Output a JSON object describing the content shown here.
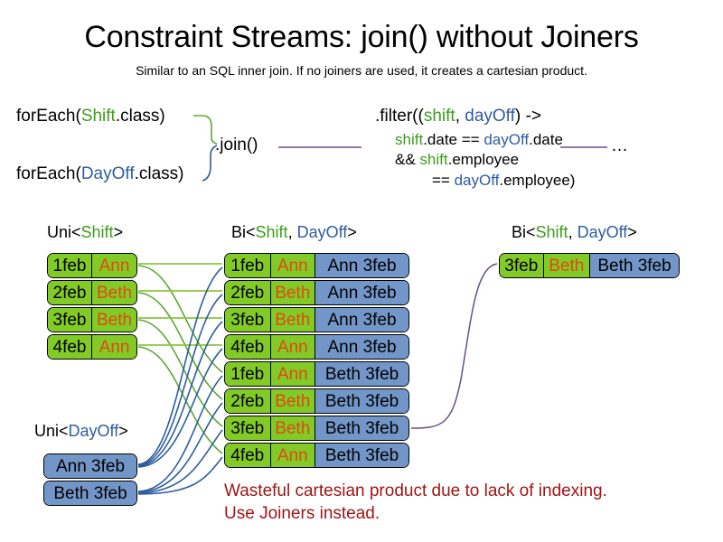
{
  "title": "Constraint Streams: join() without Joiners",
  "subtitle": "Similar to an SQL inner join. If no joiners are used, it creates a cartesian product.",
  "code": {
    "forEachShift": {
      "prefix": "forEach(",
      "type": "Shift",
      "suffix": ".class)"
    },
    "forEachDayOff": {
      "prefix": "forEach(",
      "type": "DayOff",
      "suffix": ".class)"
    },
    "join_label": ".join()",
    "filter": {
      "line1_prefix": ".filter((",
      "line1_param1": "shift",
      "line1_comma": ", ",
      "line1_param2": "dayOff",
      "line1_suffix": ") ->",
      "line2_a": "shift",
      "line2_b": ".date == ",
      "line2_c": "dayOff",
      "line2_d": ".date",
      "line3_a": "&& ",
      "line3_b": "shift",
      "line3_c": ".employee",
      "line4_a": "== ",
      "line4_b": "dayOff",
      "line4_c": ".employee)"
    },
    "ellipsis": "…"
  },
  "headers": {
    "uni_shift": {
      "prefix": "Uni<",
      "type": "Shift",
      "suffix": ">"
    },
    "bi_middle": {
      "prefix": "Bi<",
      "type1": "Shift",
      "sep": ", ",
      "type2": "DayOff",
      "suffix": ">"
    },
    "bi_right": {
      "prefix": "Bi<",
      "type1": "Shift",
      "sep": ", ",
      "type2": "DayOff",
      "suffix": ">"
    },
    "uni_dayoff": {
      "prefix": "Uni<",
      "type": "DayOff",
      "suffix": ">"
    }
  },
  "shifts": [
    {
      "date": "1feb",
      "employee": "Ann"
    },
    {
      "date": "2feb",
      "employee": "Beth"
    },
    {
      "date": "3feb",
      "employee": "Beth"
    },
    {
      "date": "4feb",
      "employee": "Ann"
    }
  ],
  "dayoffs": [
    {
      "label": "Ann 3feb"
    },
    {
      "label": "Beth 3feb"
    }
  ],
  "cartesian": [
    {
      "date": "1feb",
      "employee": "Ann",
      "dayoff": "Ann 3feb"
    },
    {
      "date": "2feb",
      "employee": "Beth",
      "dayoff": "Ann 3feb"
    },
    {
      "date": "3feb",
      "employee": "Beth",
      "dayoff": "Ann 3feb"
    },
    {
      "date": "4feb",
      "employee": "Ann",
      "dayoff": "Ann 3feb"
    },
    {
      "date": "1feb",
      "employee": "Ann",
      "dayoff": "Beth 3feb"
    },
    {
      "date": "2feb",
      "employee": "Beth",
      "dayoff": "Beth 3feb"
    },
    {
      "date": "3feb",
      "employee": "Beth",
      "dayoff": "Beth 3feb"
    },
    {
      "date": "4feb",
      "employee": "Ann",
      "dayoff": "Beth 3feb"
    }
  ],
  "result": {
    "date": "3feb",
    "employee": "Beth",
    "dayoff": "Beth 3feb"
  },
  "warning": {
    "line1": "Wasteful cartesian product due to lack of indexing.",
    "line2": "Use Joiners instead."
  },
  "colors": {
    "shift_green": "#82ca26",
    "dayoff_blue": "#7396c8",
    "employee_orange": "#e04a14",
    "type_green": "#3d9c1e",
    "type_blue": "#2e5d9e",
    "wire_green": "#5ba832",
    "wire_blue": "#2e5d9e",
    "wire_purple": "#6b4d8c",
    "warning_red": "#a01515"
  }
}
